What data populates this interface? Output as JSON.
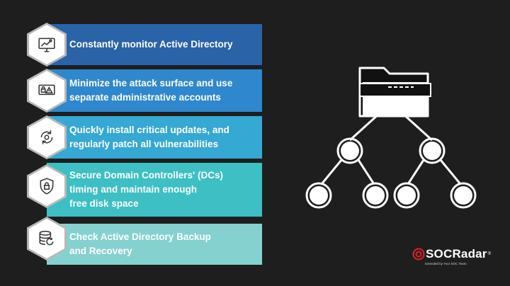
{
  "steps": [
    {
      "lines": [
        "Constantly monitor Active Directory"
      ],
      "color": "#2a63a8",
      "icon": "monitor-chart-icon"
    },
    {
      "lines": [
        "Minimize the attack surface and use",
        "separate administrative accounts"
      ],
      "color": "#2f88cd",
      "icon": "secure-screen-icon"
    },
    {
      "lines": [
        "Quickly install critical updates, and",
        "regularly patch all vulnerabilities"
      ],
      "color": "#35a8d3",
      "icon": "update-cycle-icon"
    },
    {
      "lines": [
        "Secure Domain Controllers' (DCs)",
        "timing and maintain enough",
        "free disk space"
      ],
      "color": "#3dbfc4",
      "icon": "shield-lock-icon"
    },
    {
      "lines": [
        "Check Active Directory Backup",
        "and Recovery"
      ],
      "color": "#85d1cf",
      "icon": "database-backup-icon"
    }
  ],
  "diagram": {
    "icon": "folder-hierarchy-icon",
    "node_color": "#ffffff"
  },
  "brand": {
    "name": "SOCRadar",
    "registered": "®",
    "tagline": "Extended by Your SOC Team",
    "accent": "#e0202a"
  }
}
